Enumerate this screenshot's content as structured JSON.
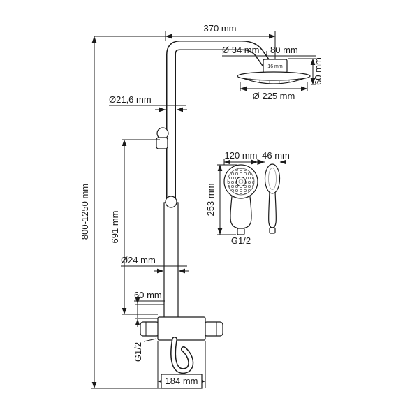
{
  "labels": {
    "top_width": "370 mm",
    "arm_diameter": "Ø 34 mm",
    "arm_offset": "80 mm",
    "head_height": "60 mm",
    "connector_size": "16 mm",
    "head_diameter": "Ø 225 mm",
    "pipe_diameter": "Ø21,6 mm",
    "total_height": "800-1250 mm",
    "riser_height": "691 mm",
    "hand_width": "120 mm",
    "hand_depth": "46 mm",
    "hand_length": "253 mm",
    "hand_thread": "G1/2",
    "lower_pipe_diameter": "Ø24 mm",
    "mixer_offset": "60 mm",
    "mixer_thread": "G1/2",
    "mixer_width": "184 mm"
  },
  "colors": {
    "line": "#1a1a1a",
    "background": "#ffffff"
  }
}
